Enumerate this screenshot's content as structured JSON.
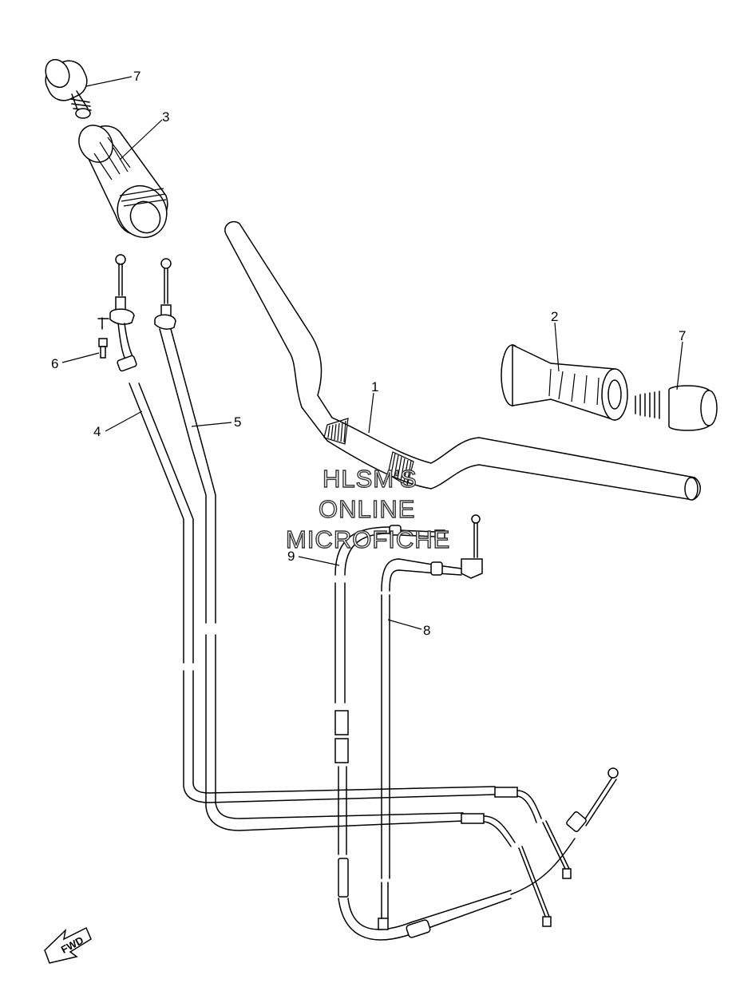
{
  "callouts": {
    "c1": "1",
    "c2": "2",
    "c3": "3",
    "c4": "4",
    "c5": "5",
    "c6": "6",
    "c7a": "7",
    "c7b": "7",
    "c8": "8",
    "c9": "9"
  },
  "watermark": {
    "line1": "HLSM'S",
    "line2": "ONLINE",
    "line3": "MICROFICHE"
  },
  "direction_badge": "FWD",
  "parts": [
    {
      "ref": "1",
      "icon": "handlebar-icon"
    },
    {
      "ref": "2",
      "icon": "grip-icon"
    },
    {
      "ref": "3",
      "icon": "throttle-grip-icon"
    },
    {
      "ref": "4",
      "icon": "throttle-cable-icon"
    },
    {
      "ref": "5",
      "icon": "throttle-cable-icon"
    },
    {
      "ref": "6",
      "icon": "bolt-icon"
    },
    {
      "ref": "7",
      "icon": "grip-end-icon"
    },
    {
      "ref": "8",
      "icon": "cable-icon"
    },
    {
      "ref": "9",
      "icon": "cable-icon"
    }
  ]
}
